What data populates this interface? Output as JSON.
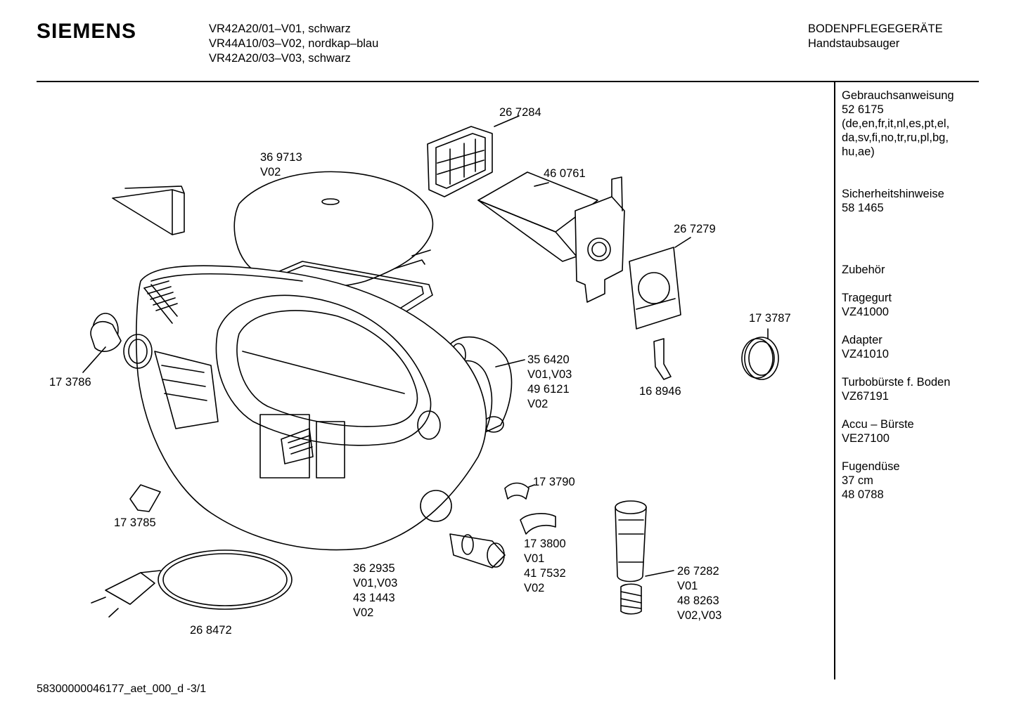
{
  "header": {
    "brand": "SIEMENS",
    "models": [
      "VR42A20/01–V01, schwarz",
      "VR44A10/03–V02, nordkap–blau",
      "VR42A20/03–V03, schwarz"
    ],
    "category": [
      "BODENPFLEGEGERÄTE",
      "Handstaubsauger"
    ]
  },
  "sidebar": {
    "blocks": [
      {
        "lines": [
          "Gebrauchsanweisung",
          "52 6175",
          "(de,en,fr,it,nl,es,pt,el,",
          "da,sv,fi,no,tr,ru,pl,bg,",
          "hu,ae)"
        ]
      },
      {
        "lines": [
          "Sicherheitshinweise",
          "58 1465"
        ]
      },
      {
        "lines": [
          "Zubehör"
        ]
      },
      {
        "lines": [
          "Tragegurt",
          "VZ41000"
        ]
      },
      {
        "lines": [
          "Adapter",
          "VZ41010"
        ]
      },
      {
        "lines": [
          "Turbobürste f. Boden",
          "VZ67191"
        ]
      },
      {
        "lines": [
          "Accu – Bürste",
          "VE27100"
        ]
      },
      {
        "lines": [
          "Fugendüse",
          "37 cm",
          "48 0788"
        ]
      }
    ]
  },
  "parts": {
    "p267284": [
      "26 7284"
    ],
    "p369713": [
      "36 9713",
      "V02"
    ],
    "p460761": [
      "46 0761"
    ],
    "p267279": [
      "26 7279"
    ],
    "p173787": [
      "17 3787"
    ],
    "p356420": [
      "35 6420",
      "V01,V03",
      "49 6121",
      "V02"
    ],
    "p168946": [
      "16 8946"
    ],
    "p173786": [
      "17 3786"
    ],
    "p173790": [
      "17 3790"
    ],
    "p173785": [
      "17 3785"
    ],
    "p173800": [
      "17 3800",
      "V01",
      "41 7532",
      "V02"
    ],
    "p362935": [
      "36 2935",
      "V01,V03",
      "43 1443",
      "V02"
    ],
    "p267282": [
      "26 7282",
      "V01",
      "48 8263",
      "V02,V03"
    ],
    "p268472": [
      "26 8472"
    ]
  },
  "footer": {
    "doc_id": "58300000046177_aet_000_d  -3/1"
  }
}
